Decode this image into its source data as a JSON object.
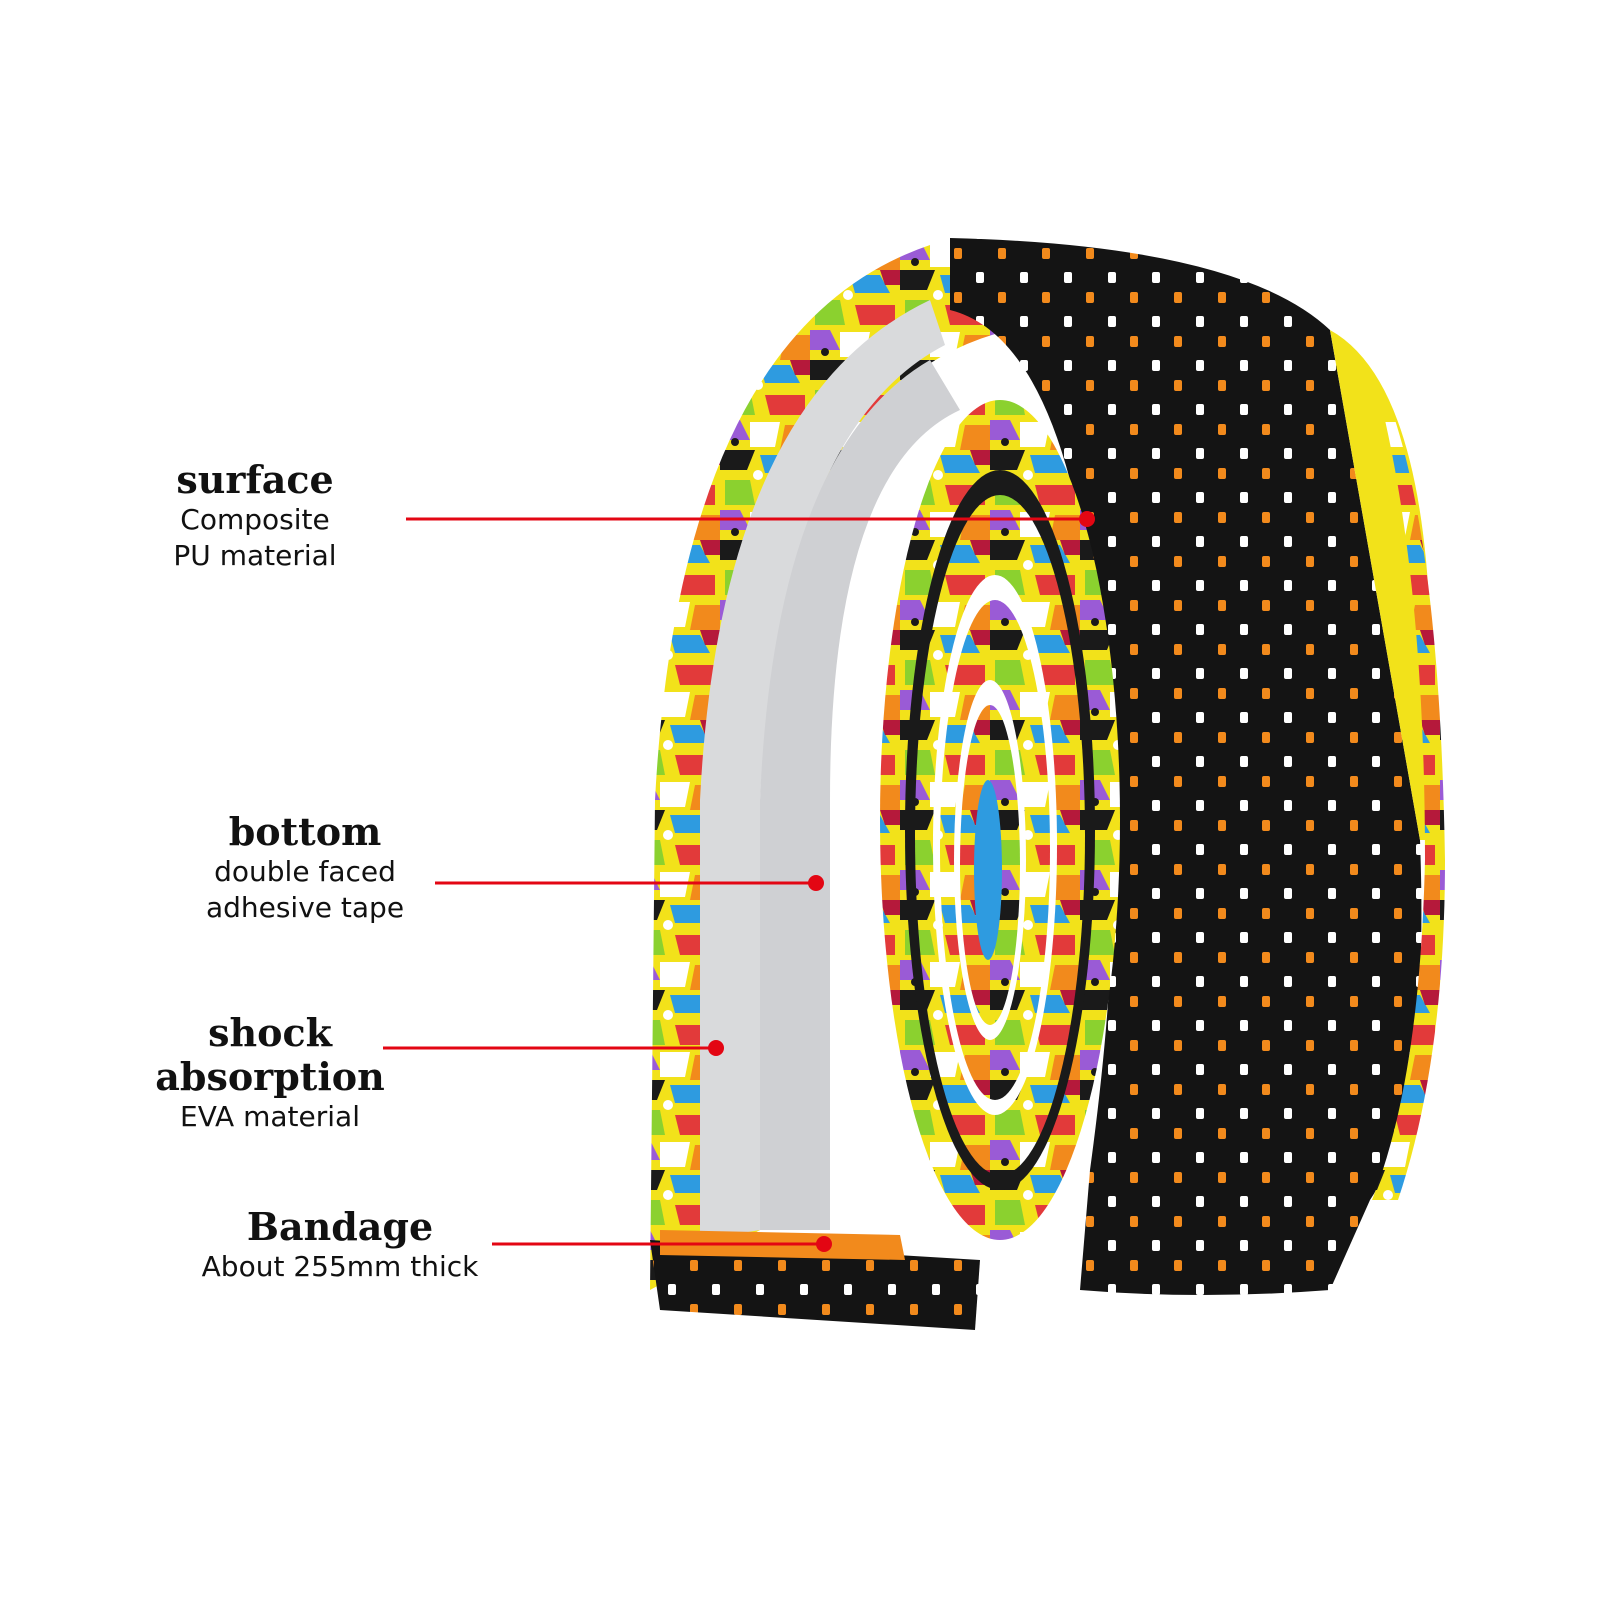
{
  "colors": {
    "background": "#ffffff",
    "leader_line": "#e30613",
    "tape_surface": "#111111",
    "tape_adhesive": "#d9dadc",
    "text": "#111111"
  },
  "product": {
    "name": "handlebar-tape-roll",
    "pattern": "multicolor-camouflage"
  },
  "callouts": [
    {
      "title": "surface",
      "description": "Composite\nPU material"
    },
    {
      "title": "bottom",
      "description": "double faced\nadhesive tape"
    },
    {
      "title": "shock absorption",
      "description": "EVA material"
    },
    {
      "title": "Bandage",
      "description": "About 255mm thick"
    }
  ]
}
